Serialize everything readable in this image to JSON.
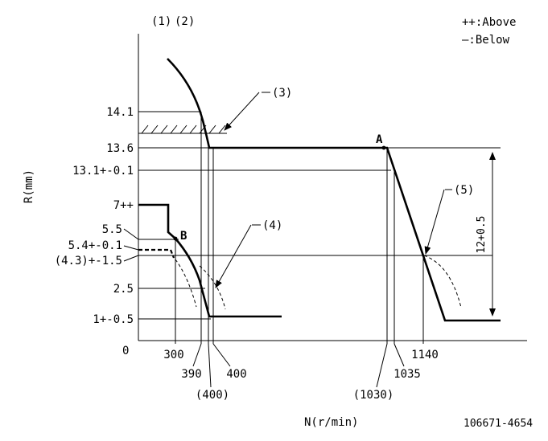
{
  "header": {
    "label_1": "(1)",
    "label_2": "(2)"
  },
  "legend": {
    "above": "++:Above",
    "below": "—:Below"
  },
  "axes": {
    "y_label": "R(mm)",
    "x_label": "N(r/min)",
    "origin": "0"
  },
  "y_ticks": {
    "t14_1": "14.1",
    "t13_6": "13.6",
    "t13_1": "13.1+-0.1",
    "t7": "7++",
    "t5_5": "5.5",
    "t5_4": "5.4+-0.1",
    "t4_3": "(4.3)+-1.5",
    "t2_5": "2.5",
    "t1": "1+-0.5"
  },
  "x_ticks": {
    "t300": "300",
    "t390": "390",
    "t400a": "400",
    "t400b": "(400)",
    "t1030": "(1030)",
    "t1035": "1035",
    "t1140": "1140"
  },
  "callouts": {
    "c3": "(3)",
    "c4": "(4)",
    "c5": "(5)"
  },
  "points": {
    "a": "A",
    "b": "B"
  },
  "dimension": {
    "stroke": "12+0.5"
  },
  "footer": {
    "drawing_no": "106671-4654"
  }
}
